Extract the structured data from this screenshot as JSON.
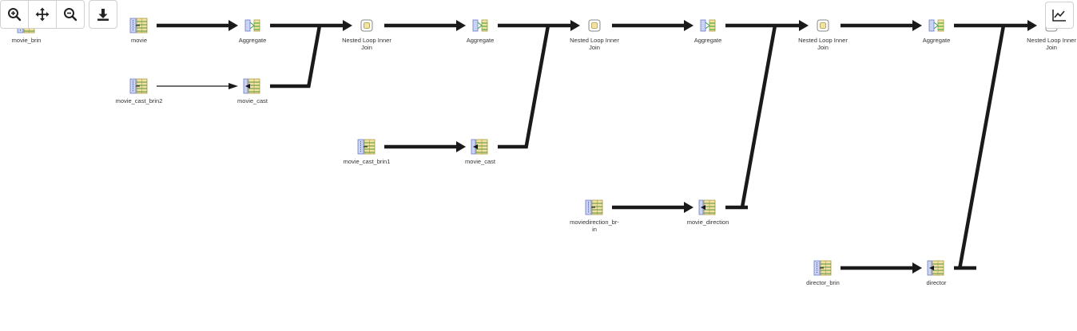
{
  "toolbar": {
    "zoom_in": "zoom-in-icon",
    "pan": "pan-icon",
    "zoom_out": "zoom-out-icon",
    "download": "download-icon",
    "chart": "chart-line-icon"
  },
  "nodes": [
    {
      "id": "movie_brin",
      "kind": "index",
      "label": [
        "movie_brin"
      ]
    },
    {
      "id": "movie",
      "kind": "index",
      "label": [
        "movie"
      ]
    },
    {
      "id": "agg1",
      "kind": "aggregate",
      "label": [
        "Aggregate"
      ]
    },
    {
      "id": "nl1",
      "kind": "join",
      "label": [
        "Nested Loop Inner",
        "Join"
      ]
    },
    {
      "id": "agg2",
      "kind": "aggregate",
      "label": [
        "Aggregate"
      ]
    },
    {
      "id": "nl2",
      "kind": "join",
      "label": [
        "Nested Loop Inner",
        "Join"
      ]
    },
    {
      "id": "agg3",
      "kind": "aggregate",
      "label": [
        "Aggregate"
      ]
    },
    {
      "id": "nl3",
      "kind": "join",
      "label": [
        "Nested Loop Inner",
        "Join"
      ]
    },
    {
      "id": "agg4",
      "kind": "aggregate",
      "label": [
        "Aggregate"
      ]
    },
    {
      "id": "nl4",
      "kind": "join",
      "label": [
        "Nested Loop Inner",
        "Join"
      ]
    },
    {
      "id": "movie_cast_brin2",
      "kind": "index",
      "label": [
        "movie_cast_brin2"
      ]
    },
    {
      "id": "movie_cast_a",
      "kind": "table",
      "label": [
        "movie_cast"
      ]
    },
    {
      "id": "movie_cast_brin1",
      "kind": "index",
      "label": [
        "movie_cast_brin1"
      ]
    },
    {
      "id": "movie_cast_b",
      "kind": "table",
      "label": [
        "movie_cast"
      ]
    },
    {
      "id": "moviedirection_brin",
      "kind": "index",
      "label": [
        "moviedirection_br-",
        "in"
      ]
    },
    {
      "id": "movie_direction",
      "kind": "table",
      "label": [
        "movie_direction"
      ]
    },
    {
      "id": "director_brin",
      "kind": "index",
      "label": [
        "director_brin"
      ]
    },
    {
      "id": "director",
      "kind": "table",
      "label": [
        "director"
      ]
    }
  ],
  "edges": [
    {
      "from": "movie",
      "to": "agg1",
      "weight": "heavy"
    },
    {
      "from": "agg1",
      "to": "nl1",
      "weight": "heavy"
    },
    {
      "from": "movie_cast_brin2",
      "to": "movie_cast_a",
      "weight": "thin"
    },
    {
      "from": "movie_cast_a",
      "to": "nl1",
      "weight": "heavy"
    },
    {
      "from": "nl1",
      "to": "agg2",
      "weight": "heavy"
    },
    {
      "from": "agg2",
      "to": "nl2",
      "weight": "heavy"
    },
    {
      "from": "movie_cast_brin1",
      "to": "movie_cast_b",
      "weight": "heavy"
    },
    {
      "from": "movie_cast_b",
      "to": "nl2",
      "weight": "heavy"
    },
    {
      "from": "nl2",
      "to": "agg3",
      "weight": "heavy"
    },
    {
      "from": "agg3",
      "to": "nl3",
      "weight": "heavy"
    },
    {
      "from": "moviedirection_brin",
      "to": "movie_direction",
      "weight": "heavy"
    },
    {
      "from": "movie_direction",
      "to": "nl3",
      "weight": "heavy"
    },
    {
      "from": "nl3",
      "to": "agg4",
      "weight": "heavy"
    },
    {
      "from": "agg4",
      "to": "nl4",
      "weight": "heavy"
    },
    {
      "from": "director_brin",
      "to": "director",
      "weight": "heavy"
    },
    {
      "from": "director",
      "to": "nl4",
      "weight": "heavy"
    }
  ]
}
